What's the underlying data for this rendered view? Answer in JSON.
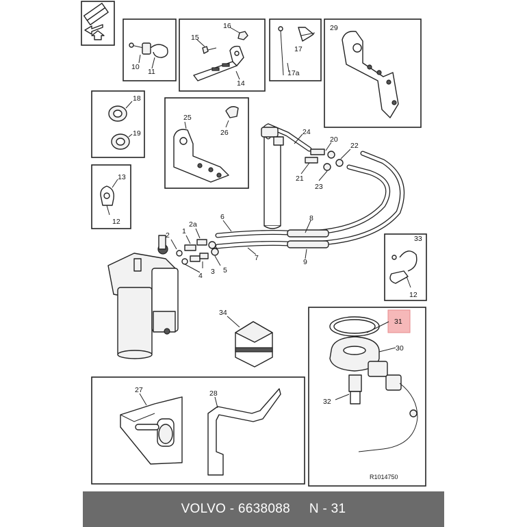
{
  "diagram": {
    "labels": {
      "l1": "1",
      "l2": "2",
      "l2a": "2a",
      "l3": "3",
      "l4": "4",
      "l5": "5",
      "l6": "6",
      "l7": "7",
      "l8": "8",
      "l9": "9",
      "l10": "10",
      "l11": "11",
      "l12a": "12",
      "l12b": "12",
      "l13": "13",
      "l14": "14",
      "l15": "15",
      "l16": "16",
      "l17": "17",
      "l17a": "17a",
      "l18": "18",
      "l19": "19",
      "l20": "20",
      "l21": "21",
      "l22": "22",
      "l23": "23",
      "l24": "24",
      "l25": "25",
      "l26": "26",
      "l27": "27",
      "l28": "28",
      "l29": "29",
      "l30": "30",
      "l31": "31",
      "l32": "32",
      "l33": "33",
      "l34": "34"
    },
    "highlighted_part": "31",
    "highlight_color": "#f6b8b9",
    "reference": "R1014750"
  },
  "footer": {
    "text": "VOLVO - 6638088     N - 31",
    "background": "#6b6b6b"
  }
}
